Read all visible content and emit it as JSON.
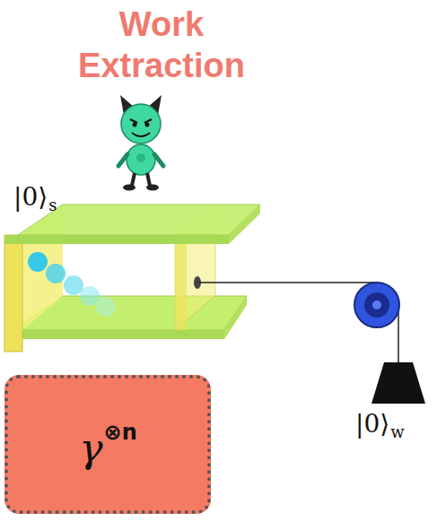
{
  "diagram": {
    "title": "Work Extraction",
    "nodes": [
      {
        "text": [
          "γ",
          "⊗n"
        ]
      }
    ],
    "labels": [
      "|0⟩",
      "s",
      "|0⟩",
      "w"
    ]
  }
}
